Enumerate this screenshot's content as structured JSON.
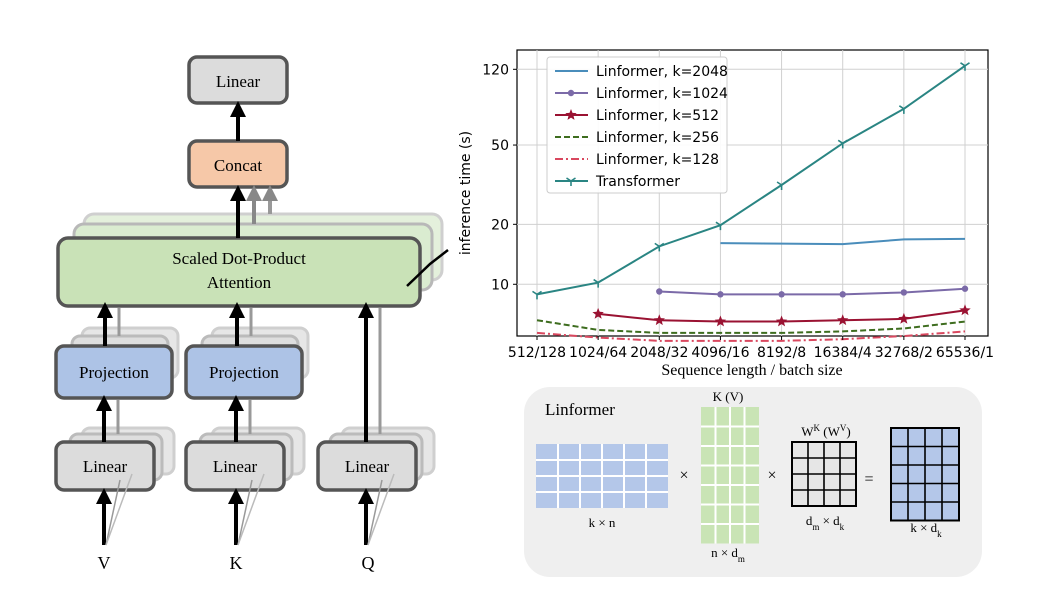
{
  "diagram": {
    "linear_top": "Linear",
    "concat": "Concat",
    "attention_line1": "Scaled Dot-Product",
    "attention_line2": "Attention",
    "projection_left": "Projection",
    "projection_right": "Projection",
    "linear_v": "Linear",
    "linear_k": "Linear",
    "linear_q": "Linear",
    "input_v": "V",
    "input_k": "K",
    "input_q": "Q"
  },
  "chart_data": {
    "type": "line",
    "xlabel": "Sequence length / batch size",
    "ylabel": "inference time (s)",
    "y_scale": "log",
    "ylim": [
      5.5,
      150
    ],
    "yticks": [
      10,
      20,
      50,
      120
    ],
    "ytick_labels": [
      "10",
      "20",
      "50",
      "120"
    ],
    "categories": [
      "512/128",
      "1024/64",
      "2048/32",
      "4096/16",
      "8192/8",
      "16384/4",
      "32768/2",
      "65536/1"
    ],
    "grid": true,
    "legend_position": "top-left",
    "series": [
      {
        "name": "Linformer, k=2048",
        "color": "#4a8dbb",
        "marker": "none",
        "dash": "solid",
        "values": [
          null,
          null,
          null,
          16.1,
          16.0,
          15.9,
          16.8,
          16.9
        ]
      },
      {
        "name": "Linformer, k=1024",
        "color": "#7b6aa8",
        "marker": "dot",
        "dash": "solid",
        "values": [
          null,
          null,
          9.2,
          8.9,
          8.9,
          8.9,
          9.1,
          9.5
        ]
      },
      {
        "name": "Linformer, k=512",
        "color": "#9a1232",
        "marker": "star",
        "dash": "solid",
        "values": [
          null,
          7.1,
          6.6,
          6.5,
          6.5,
          6.6,
          6.7,
          7.4
        ]
      },
      {
        "name": "Linformer, k=256",
        "color": "#3e6d1f",
        "marker": "none",
        "dash": "dashed",
        "values": [
          6.6,
          5.9,
          5.7,
          5.7,
          5.7,
          5.8,
          6.0,
          6.5
        ]
      },
      {
        "name": "Linformer, k=128",
        "color": "#d9485f",
        "marker": "none",
        "dash": "dashdot",
        "values": [
          5.7,
          5.4,
          5.2,
          5.2,
          5.2,
          5.3,
          5.5,
          5.8
        ]
      },
      {
        "name": "Transformer",
        "color": "#2a8583",
        "marker": "tri",
        "dash": "solid",
        "values": [
          8.9,
          10.2,
          15.5,
          19.8,
          31.5,
          51.0,
          76.0,
          125.0
        ]
      }
    ]
  },
  "matrix_panel": {
    "title": "Linformer",
    "label_k_top": "K (V)",
    "label_kn": "k × n",
    "label_ndm": "n × d",
    "label_ndm_sub": "m",
    "label_wk": "W",
    "label_wk_sup": "K",
    "label_wv_open": " (W",
    "label_wv_sup": "V",
    "label_wv_close": ")",
    "label_dmdk": "d",
    "label_dmdk_sub1": "m",
    "label_dmdk_mid": " × d",
    "label_dmdk_sub2": "k",
    "label_kdk": "k × d",
    "label_kdk_sub": "k",
    "op_times_1": "×",
    "op_times_2": "×",
    "op_equals": "="
  }
}
